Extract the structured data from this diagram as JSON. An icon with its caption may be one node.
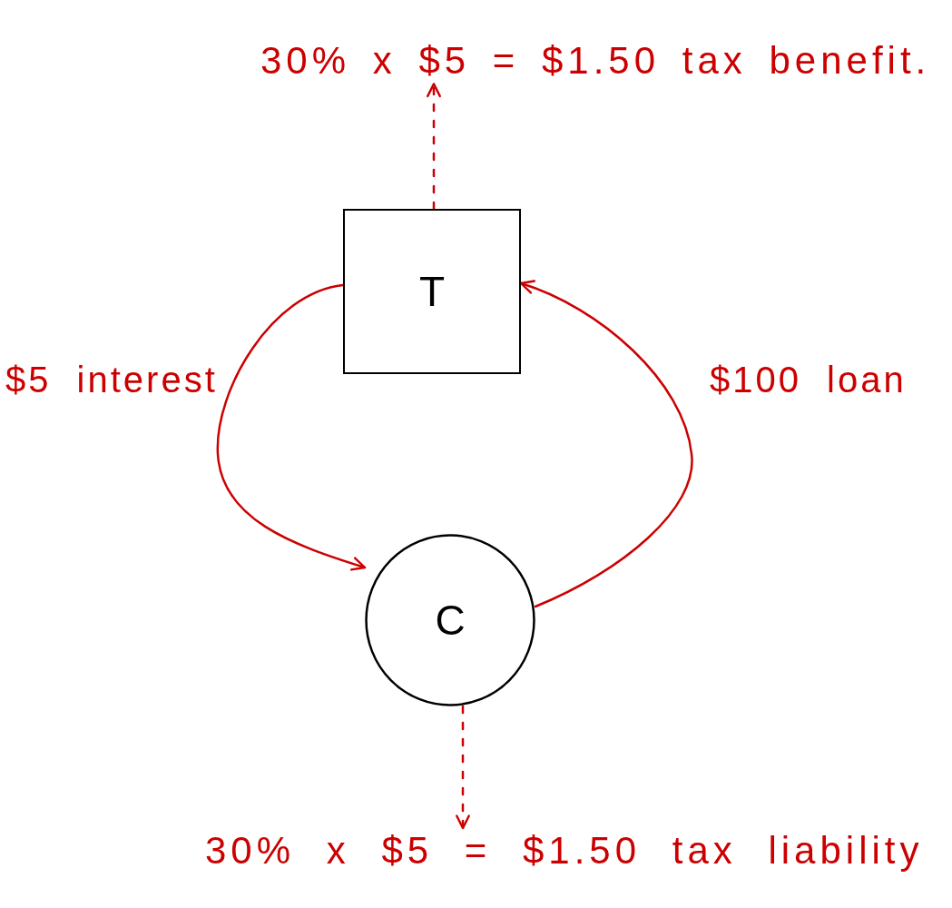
{
  "diagram": {
    "nodes": [
      {
        "text": [
          "30% x $5 = $1.50 tax benefit."
        ]
      },
      {
        "text": [
          "T"
        ]
      },
      {
        "text": [
          "C"
        ]
      },
      {
        "text": [
          "30% x $5 = $1.50 tax liability"
        ]
      }
    ],
    "edges": [
      {
        "from": 1,
        "to": 0,
        "arrow": "to",
        "style": "dashed"
      },
      {
        "from": 1,
        "to": 2,
        "arrow": "to",
        "label": "$5 interest"
      },
      {
        "from": 2,
        "to": 1,
        "arrow": "to",
        "label": "$100 loan"
      },
      {
        "from": 2,
        "to": 3,
        "arrow": "to",
        "style": "dashed"
      }
    ]
  }
}
